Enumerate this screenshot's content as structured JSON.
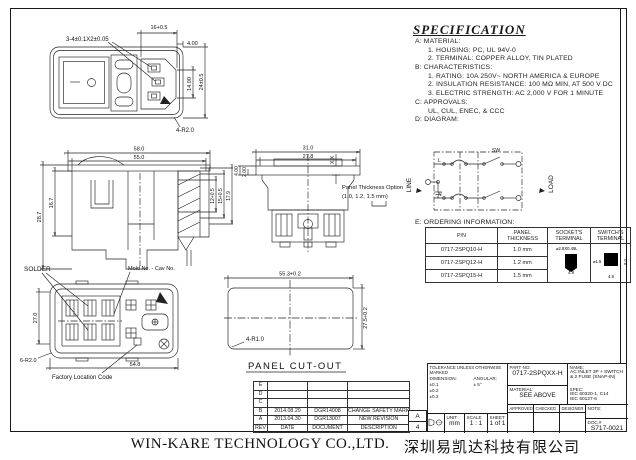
{
  "spec": {
    "title": "SPECIFICATION",
    "lines": [
      "A: MATERIAL:",
      "1. HOUSING: PC, UL 94V-0",
      "2. TERMINAL: COPPER ALLOY, TIN PLATED",
      "B: CHARACTERISTICS:",
      "1. RATING: 10A 250V~ NORTH AMERICA & EUROPE",
      "2. INSULATION RESISTANCE: 100 MΩ MIN, AT 500 V DC",
      "3. ELECTRIC STRENGTH: AC 2,000 V FOR 1 MINUTE",
      "C: APPROVALS:",
      "UL, CUL, ENEC, & CCC",
      "D: DIAGRAM:"
    ],
    "ordering_heading": "E: ORDERING INFORMATION:"
  },
  "circuit": {
    "line": "LINE",
    "load": "LOAD",
    "l": "L",
    "n": "N",
    "sw": "SW"
  },
  "ordering_table": {
    "col_pn": "P/N",
    "col_panel_l1": "PANEL",
    "col_panel_l2": "THICKNESS",
    "col_socket_l1": "SOCKET'S",
    "col_socket_l2": "TERMINAL",
    "col_switch_l1": "SWITCH'S",
    "col_switch_l2": "TERMINAL",
    "rows": [
      {
        "pn": "0717-2SPQ10-H",
        "thickness": "1.0 mm"
      },
      {
        "pn": "0717-2SPQ12-H",
        "thickness": "1.2 mm"
      },
      {
        "pn": "0717-2SPQ15-H",
        "thickness": "1.5 mm"
      }
    ],
    "socket_dim_top": "⌀2.8X0.45L",
    "socket_dim_bottom": "4.8",
    "switch_dim_hole": "⌀1.5",
    "switch_dim_bottom": "4.6",
    "switch_dim_right": "8.0"
  },
  "views": {
    "front": {
      "pin_note": "3-4±0.1X2±0.05",
      "dim_top": "16+0.5",
      "dim_top2": "4.00",
      "dim_right1": "14.00",
      "dim_right2": "24±0.5",
      "corner_note": "4-R2.0"
    },
    "side": {
      "dim_w1": "58.0",
      "dim_w2": "55.0",
      "dim_h1": "16.7",
      "dim_h2": "28.7",
      "dim_r1": "12+0.5",
      "dim_r2": "15+0.5",
      "dim_r3": "17.9"
    },
    "mid": {
      "dim_w1": "31.0",
      "dim_w2": "27.8",
      "dim_l1": "4.00",
      "dim_l2": "2.00",
      "dim_r": "X.X",
      "note_l1": "Panel Thickness Option",
      "note_l2": "(1.0, 1.2, 1.5 mm)"
    },
    "rear": {
      "solder": "SOLDER",
      "mold": "Mold No. - Cav No.",
      "factory": "Factory Location Code",
      "dim_h": "27.0",
      "dim_w": "54.8",
      "corner": "6-R2.0"
    },
    "cutout": {
      "dim_w": "55.3+0.2",
      "dim_h": "27.5+0.2",
      "corner": "4-R1.0",
      "label": "PANEL CUT-OUT"
    }
  },
  "title_block": {
    "part_no_label": "PART NO:",
    "part_no": "0717-2SPQXX-H",
    "name_label": "NAME:",
    "name_l1": "AC INLET 3P + SWITCH",
    "name_l2": "& 2 FUSE (SNAP-IN)",
    "material_label": "MATERIAL:",
    "material": "SEE ABOVE",
    "spec_label": "SPEC:",
    "spec_l1": "IEC 60320-1, C14",
    "spec_l2": "IEC 60127-6",
    "approved": "APPROVED",
    "checked": "CHECKED",
    "designer": "DESIGNER",
    "note_label": "NOTE:",
    "doc_label": "DOC.#",
    "doc_no": "S717-0021",
    "unit_label": "UNIT",
    "unit": "mm",
    "scale_label": "SCALE",
    "scale": "1 : 1",
    "sheet_label": "SHEET",
    "sheet": "1 of 1",
    "tol_l1": "TOLERANCE UNLESS OTHERWISE MARKED",
    "tol_dim_label": "DIMENSION:",
    "tol_ang_label": "ANGULAR:",
    "tol_1": "±0.1",
    "tol_2": "±0.2",
    "tol_3": "±0.3",
    "tol_ang": "± 5°",
    "paper_a": "A",
    "paper_4": "4"
  },
  "revision_table": {
    "headers": {
      "rev": "REV",
      "date": "DATE",
      "doc": "DOCUMENT",
      "desc": "DESCRIPTION"
    },
    "rows": [
      {
        "rev": "E",
        "date": "",
        "doc": "",
        "desc": ""
      },
      {
        "rev": "D",
        "date": "",
        "doc": "",
        "desc": ""
      },
      {
        "rev": "C",
        "date": "",
        "doc": "",
        "desc": ""
      },
      {
        "rev": "B",
        "date": "2014.08.20",
        "doc": "DGR14008",
        "desc": "CHANGE SAFETY MARK"
      },
      {
        "rev": "A",
        "date": "2013.04.30",
        "doc": "DGR13007",
        "desc": "NEW REVISION"
      }
    ]
  },
  "footer": {
    "company_en": "WIN-KARE TECHNOLOGY CO.,LTD.",
    "company_cn": "深圳易凯达科技有限公司"
  }
}
